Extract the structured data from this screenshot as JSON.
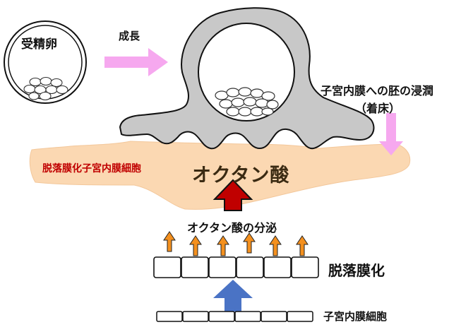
{
  "labels": {
    "fertilized_egg": "受精卵",
    "growth": "成長",
    "invasion": "子宮内膜への胚の浸潤",
    "implantation": "（着床）",
    "decidual_cells": "脱落膜化子宮内膜細胞",
    "octanoic_acid": "オクタン酸",
    "secretion": "オクタン酸の分泌",
    "decidualization": "脱落膜化",
    "endometrial_cells": "子宮内膜細胞"
  },
  "colors": {
    "tissue": "#fbd8b2",
    "embryo": "#c8c8c8",
    "growth_arrow": "#f6a8ef",
    "red_arrow": "#c00000",
    "blue_arrow": "#4a73c5",
    "orange_arrow": "#f4901e",
    "label_red": "#c00000"
  },
  "icons": [
    "fertilized-egg-icon",
    "embryo-icon",
    "cell-row-icon"
  ]
}
